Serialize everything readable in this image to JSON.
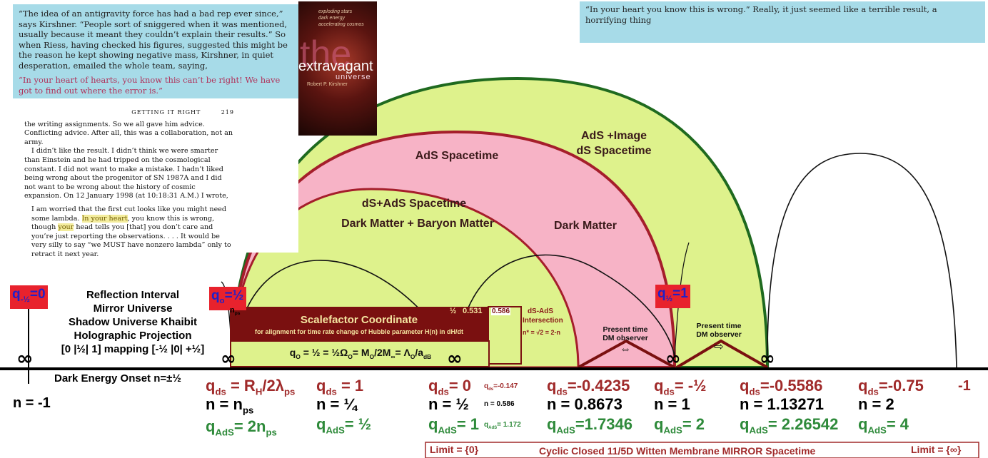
{
  "quote_left": {
    "para1": "“The idea of an antigravity force has had a bad rep ever since,” says Kirshner. “People sort of sniggered when it was mentioned, usually because it meant they couldn’t explain their results.” So when Riess, having checked his figures, suggested this might be the reason he kept showing negative mass, Kirshner, in quiet desperation, emailed the whole team, saying,",
    "para2": "“In your heart of hearts, you know this can’t be right! We have got to find out where the error is.”"
  },
  "quote_right": "“In your heart you know this is wrong.” Really, it just seemed like a terrible result, a horrifying thing",
  "book_cover": {
    "top_lines": [
      "exploding stars",
      "dark energy",
      "accelerating cosmos"
    ],
    "word_the": "the",
    "title": "extravagant",
    "subtitle": "universe",
    "author": "Robert P. Kirshner"
  },
  "book_page": {
    "header": "GETTING IT RIGHT",
    "page_no": "219",
    "p1": "the writing assignments. So we all gave him advice. Conflicting advice. After all, this was a collaboration, not an army.",
    "p2": "I didn’t like the result. I didn’t think we were smarter than Einstein and he had tripped on the cosmological constant. I did not want to make a mistake. I hadn’t liked being wrong about the progenitor of SN 1987A and I did not want to be wrong about the history of cosmic expansion. On 12 January 1998 (at 10:18:31 A.M.) I wrote,",
    "p3_a": "I am worried that the first cut looks like you might need some lambda. ",
    "p3_hl1": "In your heart",
    "p3_b": ", you know this is wrong, though ",
    "p3_hl2": "your",
    "p3_c": " head tells you [that] you don’t care and you’re just reporting the observations. . . . It would be very silly to say “we MUST have nonzero lambda” only to retract it next year."
  },
  "regions": {
    "ads_image": "AdS +Image",
    "ds_spacetime": "dS Spacetime",
    "ads": "AdS Spacetime",
    "ds_ads": "dS+AdS Spacetime",
    "dm_baryon": "Dark Matter + Baryon Matter",
    "dark_matter": "Dark Matter"
  },
  "left_labels": [
    "Reflection Interval",
    "Mirror Universe",
    "Shadow Universe Khaibit",
    "Holographic Projection",
    "[0 |½| 1] mapping [-½ |0| +½]"
  ],
  "q_boxes": {
    "q_neg_half": "q",
    "q_neg_half_sub": "-½",
    "q_neg_half_val": "=0",
    "q_o": "q",
    "q_o_sub": "o",
    "q_o_val": "=½",
    "q_half": "q",
    "q_half_sub": "½",
    "q_half_val": "=1"
  },
  "n_ps": "n",
  "n_ps_sub": "ps",
  "scalefactor": {
    "title": "Scalefactor Coordinate",
    "subtitle": "for alignment for time rate change of Hubble parameter H(n) in dH/dt",
    "half": "½",
    "v0531": "0.531",
    "v0586": "0.586"
  },
  "ds_ads_intersection": {
    "line1": "dS-AdS",
    "line2": "Intersection",
    "line3": "n* = √2 = 2-n"
  },
  "formula": {
    "q": "q",
    "q_sub": "O",
    "a": " = ½ = ½Ω",
    "omega_sub": "O",
    "b": "= M",
    "m_sub": "O",
    "c": "/2M",
    "inf_sub": "∞",
    "d": "= Λ",
    "lam_sub": "O",
    "e": "/a",
    "a_sub": "dB"
  },
  "observers": [
    {
      "line1": "Present time",
      "line2": "DM observer",
      "arrow": "⇔"
    },
    {
      "line1": "Present time",
      "line2": "DM observer",
      "arrow": "⇨"
    }
  ],
  "infinity_sym": "∞",
  "dark_energy": "Dark Energy Onset n=±½",
  "n_minus1": "n = -1",
  "minus1_right": "-1",
  "columns": [
    {
      "qds": "q",
      "qds_sub": "ds",
      "qds_val": " = R",
      "qds_val_sub": "H",
      "qds_val2": "/2λ",
      "qds_val2_sub": "ps",
      "n": "n  =  n",
      "n_sub": "ps",
      "qads": "q",
      "qads_sub": "AdS",
      "qads_val": "= 2n",
      "qads_val_sub": "ps"
    },
    {
      "qds": "q",
      "qds_sub": "ds",
      "qds_val": " =  1",
      "n": "n    =  ¼",
      "qads": "q",
      "qads_sub": "AdS",
      "qads_val": "= ½"
    },
    {
      "qds": "q",
      "qds_sub": "ds",
      "qds_val": "= 0",
      "n": "n = ½",
      "qads": "q",
      "qads_sub": "AdS",
      "qads_val": "= 1"
    },
    {
      "qds": "q",
      "qds_sub": "ds",
      "qds_val": "=-0.4235",
      "n": "n = 0.8673",
      "qads": "q",
      "qads_sub": "AdS",
      "qads_val": "=1.7346"
    },
    {
      "qds": "q",
      "qds_sub": "ds",
      "qds_val": "= -½",
      "n": "n  =  1",
      "qads": "q",
      "qads_sub": "AdS",
      "qads_val": "= 2"
    },
    {
      "qds": "q",
      "qds_sub": "ds",
      "qds_val": "=-0.5586",
      "n": "n = 1.13271",
      "qads": "q",
      "qads_sub": "AdS",
      "qads_val": "= 2.26542"
    },
    {
      "qds": "q",
      "qds_sub": "ds",
      "qds_val": "=-0.75",
      "n": "n  =  2",
      "qads": "q",
      "qads_sub": "AdS",
      "qads_val": "= 4"
    }
  ],
  "small_col": {
    "qds": "q",
    "qds_sub": "ds",
    "qds_val": "=-0.147",
    "n": "n = 0.586",
    "qads": "q",
    "qads_sub": "AdS",
    "qads_val": "= 1.172"
  },
  "bottom_bar": {
    "limit0": "Limit = {0}",
    "cyclic": "Cyclic  Closed 11/5D Witten Membrane MIRROR Spacetime",
    "limit_inf": "Limit = {∞}"
  },
  "colors": {
    "light_green": "#def28c",
    "green_edge": "#1f6a1f",
    "pink": "#f7b3c6",
    "dark_red": "#8a1a1a",
    "cyan": "#a7dbe8",
    "red_box": "#e8222d"
  }
}
